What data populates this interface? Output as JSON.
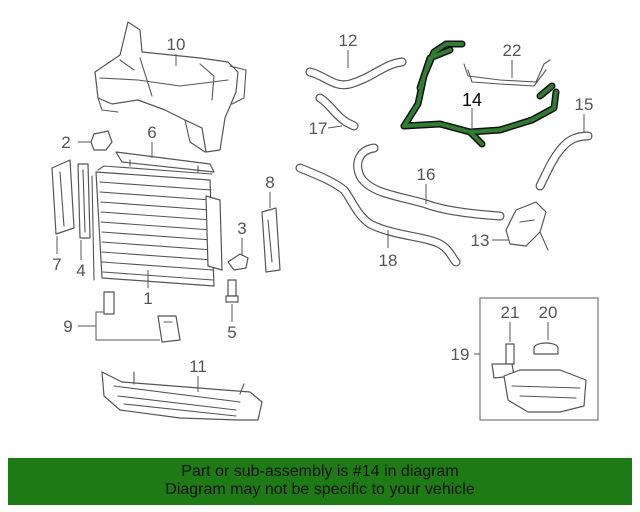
{
  "diagram": {
    "callouts": [
      {
        "id": "1",
        "label": "1"
      },
      {
        "id": "2",
        "label": "2"
      },
      {
        "id": "3",
        "label": "3"
      },
      {
        "id": "4",
        "label": "4"
      },
      {
        "id": "5",
        "label": "5"
      },
      {
        "id": "6",
        "label": "6"
      },
      {
        "id": "7",
        "label": "7"
      },
      {
        "id": "8",
        "label": "8"
      },
      {
        "id": "9",
        "label": "9"
      },
      {
        "id": "10",
        "label": "10"
      },
      {
        "id": "11",
        "label": "11"
      },
      {
        "id": "12",
        "label": "12"
      },
      {
        "id": "13",
        "label": "13"
      },
      {
        "id": "14",
        "label": "14"
      },
      {
        "id": "15",
        "label": "15"
      },
      {
        "id": "16",
        "label": "16"
      },
      {
        "id": "17",
        "label": "17"
      },
      {
        "id": "18",
        "label": "18"
      },
      {
        "id": "19",
        "label": "19"
      },
      {
        "id": "20",
        "label": "20"
      },
      {
        "id": "21",
        "label": "21"
      },
      {
        "id": "22",
        "label": "22"
      }
    ],
    "highlighted_part": "14",
    "highlight_color": "#2f7d32"
  },
  "banner": {
    "line1": "Part or sub-assembly is #14 in diagram",
    "line2": "Diagram may not be specific to your vehicle",
    "background": "#1e7a14"
  }
}
